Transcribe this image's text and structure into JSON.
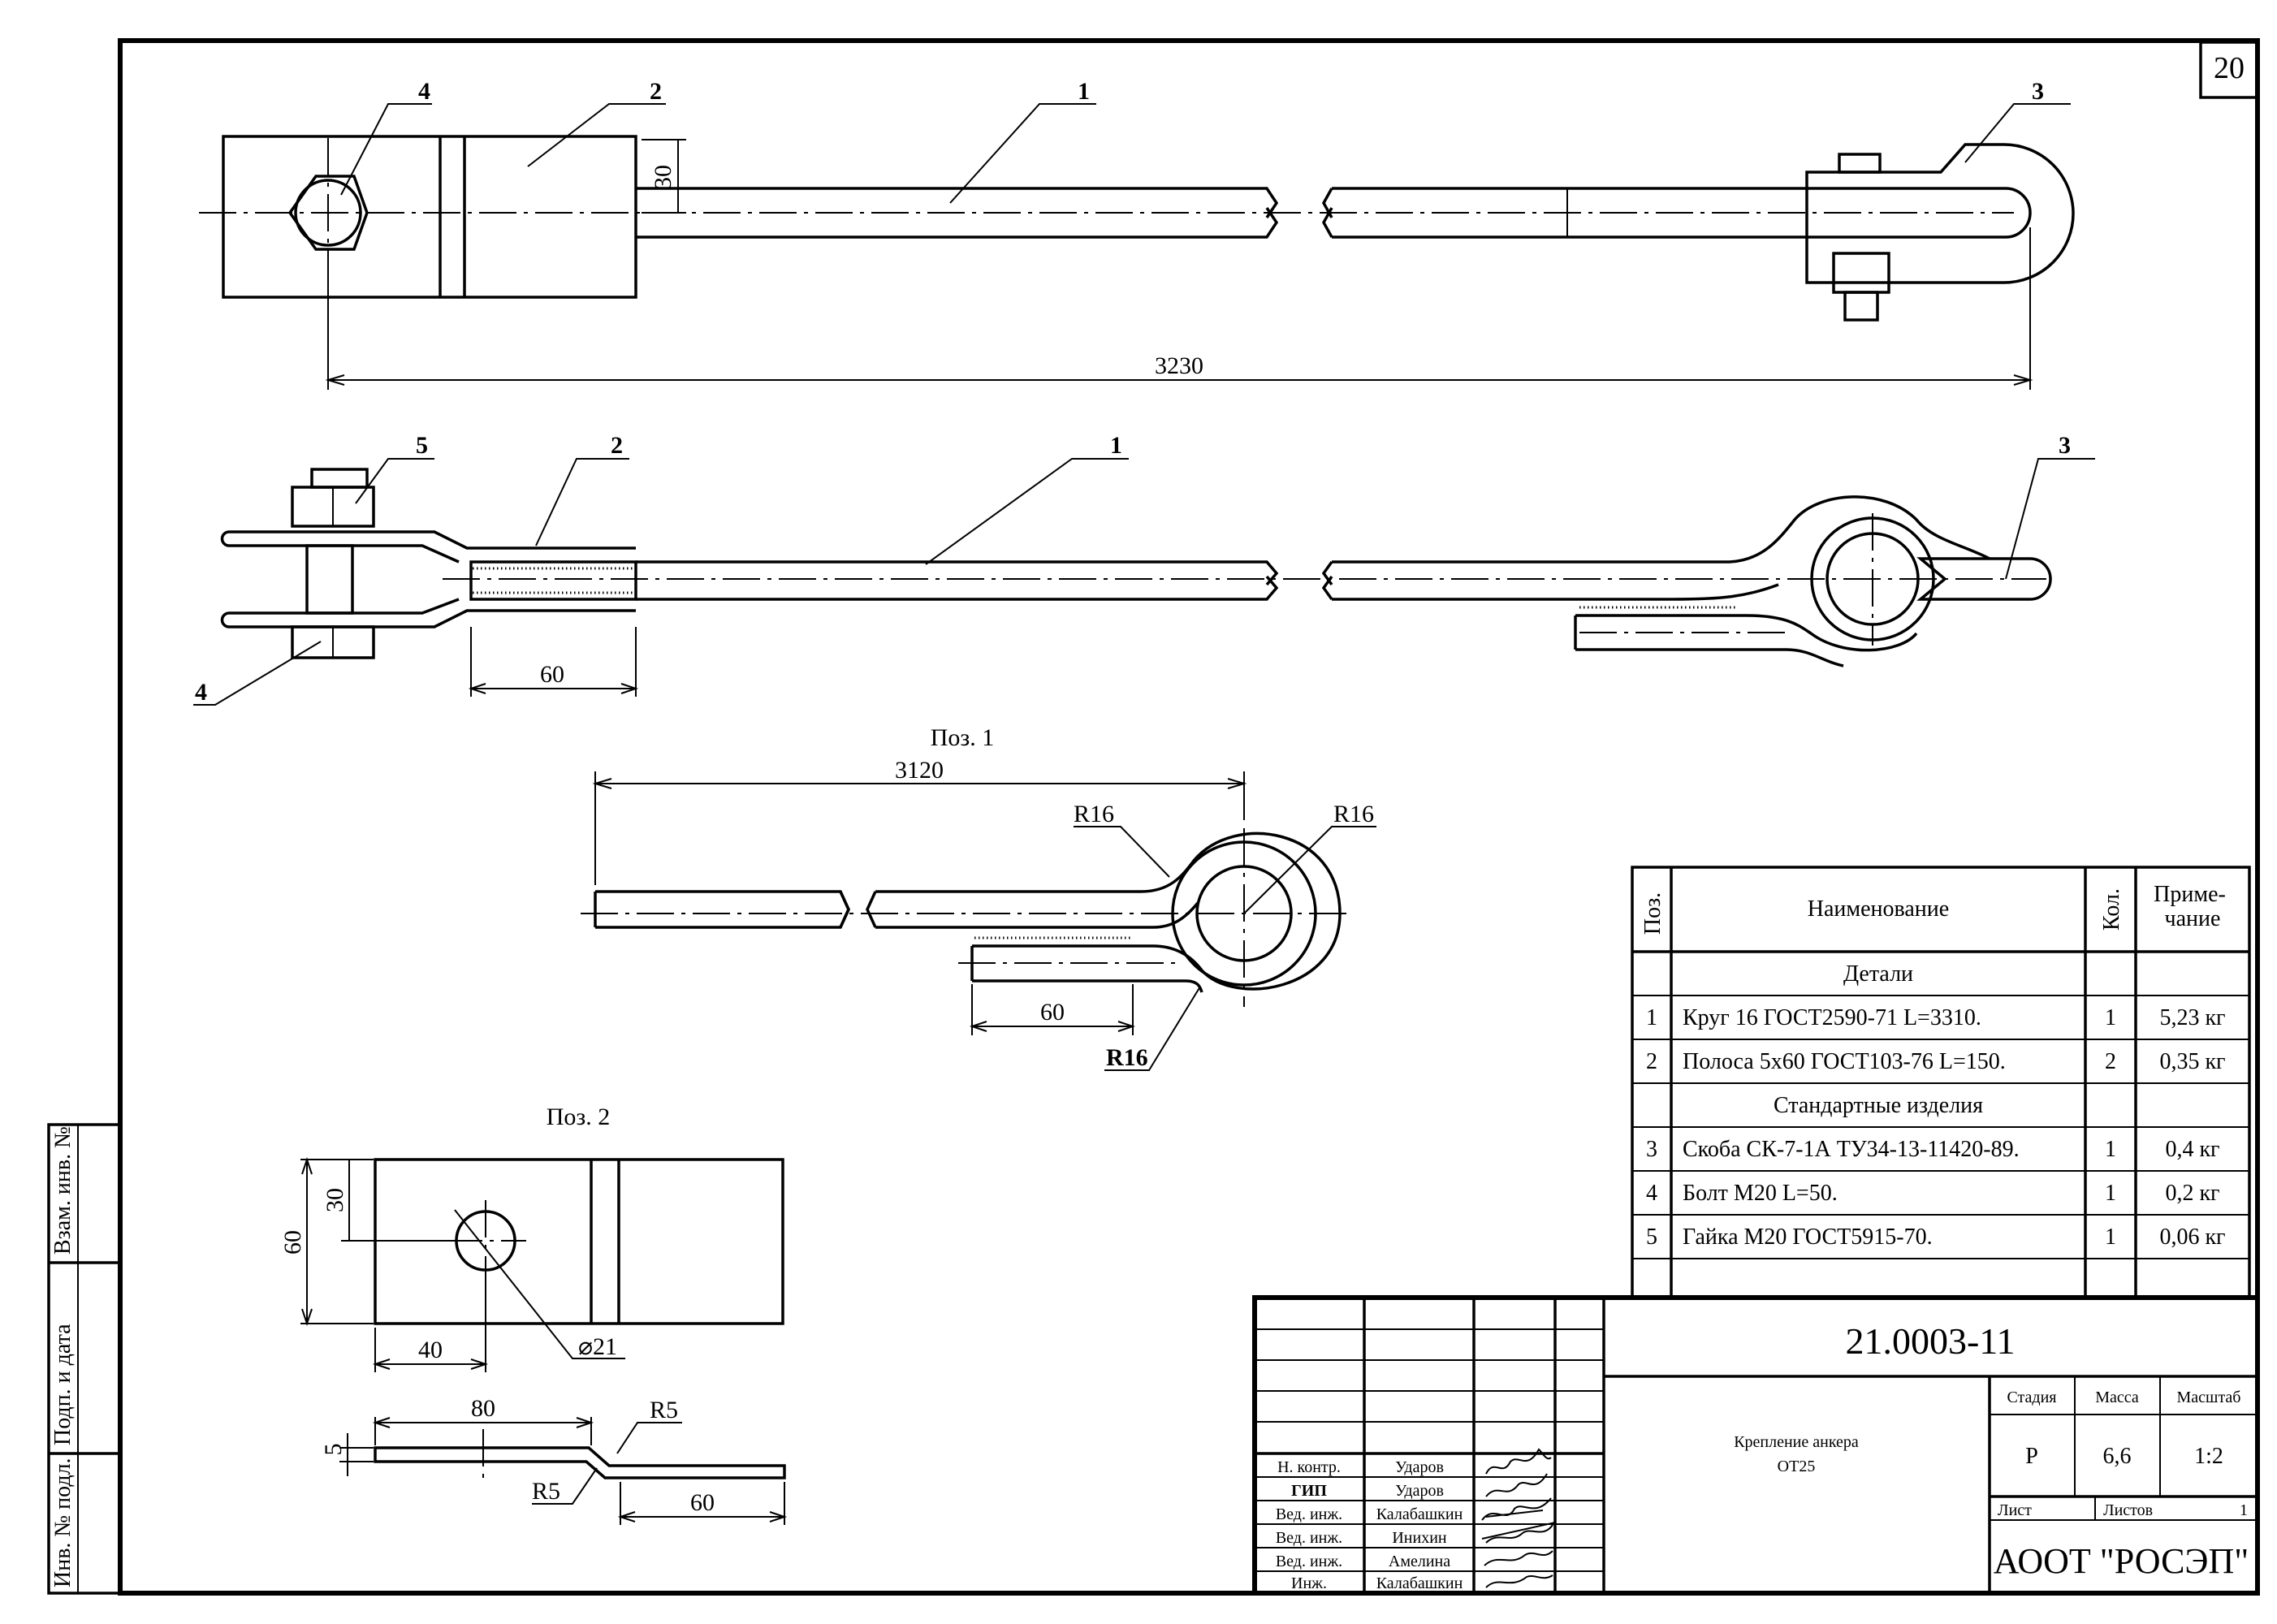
{
  "sheet_number": "20",
  "views": {
    "top": {
      "dim_30": "30",
      "dim_length": "3230",
      "leaders": [
        "4",
        "2",
        "1",
        "3"
      ]
    },
    "side": {
      "dim_60": "60",
      "leaders": [
        "5",
        "2",
        "1",
        "3",
        "4"
      ]
    },
    "pos1": {
      "title": "Поз. 1",
      "dim_length": "3120",
      "r_top_left": "R16",
      "r_top_right": "R16",
      "r_bottom": "R16",
      "dim_thread": "60"
    },
    "pos2": {
      "title": "Поз. 2",
      "dim_60": "60",
      "dim_30": "30",
      "dim_40": "40",
      "dim_hole": "⌀21",
      "dim_80": "80",
      "dim_r5_top": "R5",
      "dim_5": "5",
      "dim_r5_bottom": "R5",
      "dim_60_bottom": "60"
    }
  },
  "left_strip": [
    "Взам. инв. №",
    "Подп. и дата",
    "Инв. № подл."
  ],
  "spec_table": {
    "headers": {
      "pos": "Поз.",
      "name": "Наименование",
      "qty": "Кол.",
      "note": "Приме-\nчание"
    },
    "rows": [
      {
        "section": "Детали"
      },
      {
        "pos": "1",
        "name": "Круг 16 ГОСТ2590-71 L=3310.",
        "qty": "1",
        "note": "5,23 кг"
      },
      {
        "pos": "2",
        "name": "Полоса 5х60 ГОСТ103-76 L=150.",
        "qty": "2",
        "note": "0,35 кг"
      },
      {
        "section": "Стандартные изделия"
      },
      {
        "pos": "3",
        "name": "Скоба СК-7-1А ТУ34-13-11420-89.",
        "qty": "1",
        "note": "0,4 кг"
      },
      {
        "pos": "4",
        "name": "Болт М20 L=50.",
        "qty": "1",
        "note": "0,2 кг"
      },
      {
        "pos": "5",
        "name": "Гайка М20 ГОСТ5915-70.",
        "qty": "1",
        "note": "0,06 кг"
      }
    ]
  },
  "title_block": {
    "doc_number": "21.0003-11",
    "title_line1": "Крепление анкера",
    "title_line2": "ОТ25",
    "stage_label": "Стадия",
    "mass_label": "Масса",
    "scale_label": "Масштаб",
    "stage": "Р",
    "mass": "6,6",
    "scale": "1:2",
    "sheet_label": "Лист",
    "sheets_label": "Листов",
    "sheets": "1",
    "organization": "АООТ \"РОСЭП\"",
    "signatures": [
      {
        "role": "Н. контр.",
        "name": "Ударов"
      },
      {
        "role": "ГИП",
        "name": "Ударов"
      },
      {
        "role": "Вед. инж.",
        "name": "Калабашкин"
      },
      {
        "role": "Вед. инж.",
        "name": "Инихин"
      },
      {
        "role": "Вед. инж.",
        "name": "Амелина"
      },
      {
        "role": "Инж.",
        "name": "Калабашкин"
      }
    ]
  }
}
